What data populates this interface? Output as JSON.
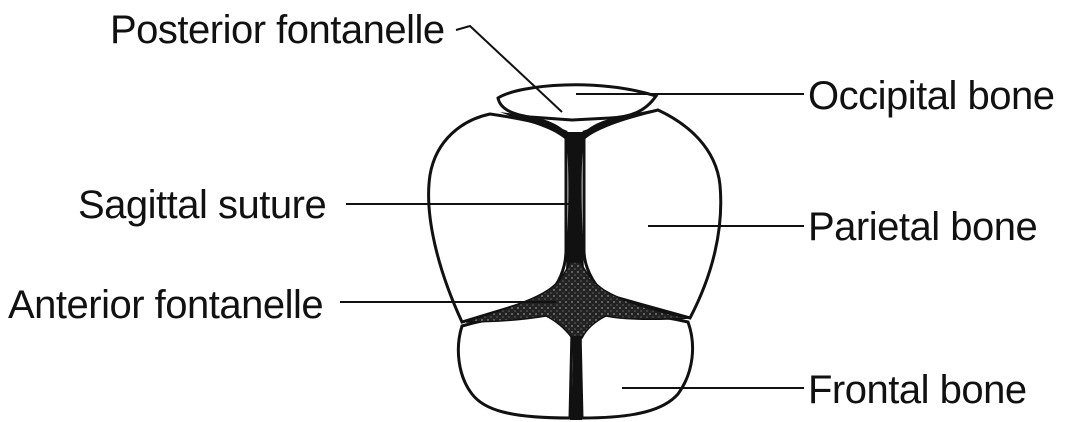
{
  "labels": {
    "posterior_fontanelle": "Posterior fontanelle",
    "occipital_bone": "Occipital bone",
    "sagittal_suture": "Sagittal suture",
    "parietal_bone": "Parietal bone",
    "anterior_fontanelle": "Anterior fontanelle",
    "frontal_bone": "Frontal bone"
  },
  "colors": {
    "ink": "#111111",
    "fontanelle_fill": "#3a3a3a",
    "background": "#ffffff"
  }
}
